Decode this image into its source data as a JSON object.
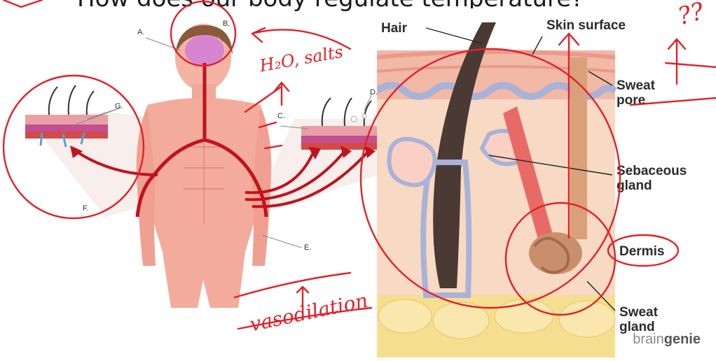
{
  "title": "How does our body regulate temperature?",
  "body_diagram": {
    "letters": {
      "a": "A.",
      "b": "B.",
      "c": "C.",
      "d": "D.",
      "e": "E.",
      "f": "F.",
      "g": "G."
    }
  },
  "skin_diagram": {
    "labels": {
      "hair": "Hair",
      "skin_surface": "Skin surface",
      "sweat_pore": "Sweat pore",
      "sebaceous_gland": "Sebaceous gland",
      "dermis": "Dermis",
      "sweat_gland": "Sweat gland"
    }
  },
  "annotations": {
    "water_salts": "H₂O, salts",
    "vasodilation": "vasodilation",
    "question_marks": "??"
  },
  "brand": {
    "prefix": "brain",
    "suffix": "genie"
  },
  "colors": {
    "annotation": "#e0222a",
    "skin": "#f2a48f",
    "fat": "#f6de91",
    "hair": "#4a3a33"
  }
}
